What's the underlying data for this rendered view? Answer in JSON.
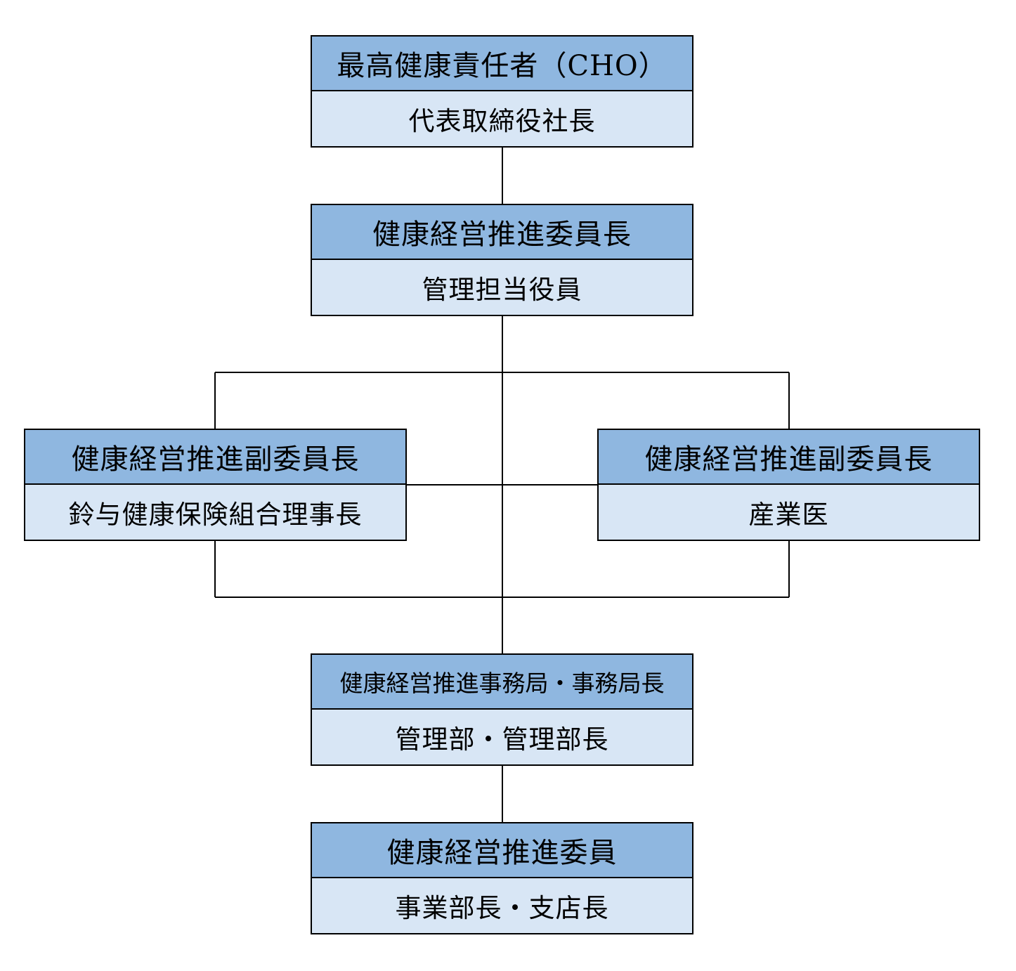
{
  "colors": {
    "header_fill": "#8fb7e0",
    "sub_fill": "#d8e6f5",
    "line": "#000000"
  },
  "nodes": {
    "cho": {
      "title": "最高健康責任者（CHO）",
      "person": "代表取締役社長"
    },
    "chair": {
      "title": "健康経営推進委員長",
      "person": "管理担当役員"
    },
    "vice_left": {
      "title": "健康経営推進副委員長",
      "person": "鈴与健康保険組合理事長"
    },
    "vice_right": {
      "title": "健康経営推進副委員長",
      "person": "産業医"
    },
    "office": {
      "title": "健康経営推進事務局・事務局長",
      "person": "管理部・管理部長"
    },
    "members": {
      "title": "健康経営推進委員",
      "person": "事業部長・支店長"
    }
  }
}
